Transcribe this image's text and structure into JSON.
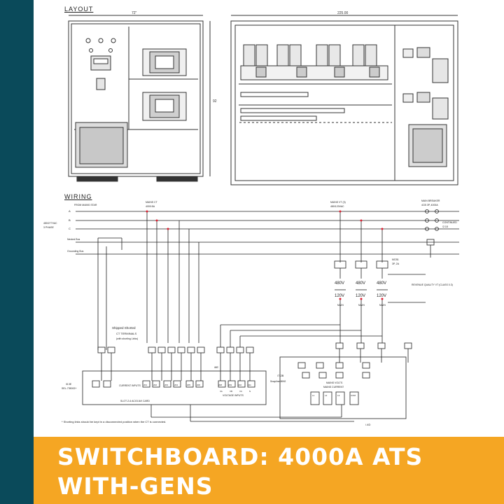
{
  "sections": {
    "layout_label": "LAYOUT",
    "wiring_label": "WIRING"
  },
  "layout": {
    "front_width_dim": "72\"",
    "side_width_dim": "225.00",
    "height_dim": "92"
  },
  "wiring": {
    "source_label": "FROM MAINS STAR",
    "phase_a": "A",
    "phase_b": "B",
    "phase_c": "C",
    "supply_label": "480/277VAC",
    "supply_phase": "3 PHASE",
    "neutral_bus": "Neutral Bus",
    "grounding_bus": "Grounding Bus",
    "ct_label": "MAINS CT",
    "ct_rating": "4000:5A",
    "vt_label": "MAINS VT (3)",
    "vt_rating": "480/120VAC",
    "breaker_label": "MAIN BREAKER",
    "breaker_rating": "4CB 3P, 4000A",
    "continued_label": "CONTINUED",
    "continued_ref": "/2.18",
    "mcb_label": "MCB1",
    "mcb_rating": "3P, 2A",
    "vt_primary": "480V",
    "vt_secondary": "120V",
    "revenue_label": "REVENUE QUALITY VT (CLASS 0.3)",
    "mains_tag": "MAIN",
    "shipped_shorted": "Shipped Shorted",
    "ct_terminals": "CT TERMINALS",
    "shorting_links": "(with shorting Links)",
    "current_inputs": "CURRENT INPUTS",
    "voltage_inputs": "VOLTAGE INPUTS",
    "card_label": "SLOT Z-6 ACI/3 AVI CARD",
    "relay_ref": "/8.3E",
    "relay_model": "SEL-735002+",
    "ref_8e": "/8E",
    "ref_72a": "/7.2B",
    "snapline": "Snapline 8992",
    "mains_volts": "MAINS VOLTS",
    "mains_current": "MAINS CURRENT",
    "ref_4d": "/.4D",
    "terminal_nums": [
      "201",
      "202",
      "203",
      "204",
      "205",
      "206"
    ],
    "voltage_terms": [
      "VA",
      "VB",
      "VC",
      "N"
    ],
    "voltage_nums": [
      "208",
      "209",
      "210",
      "211"
    ],
    "sense_terms": [
      "L1",
      "L2",
      "L3",
      "COM"
    ],
    "footnote": "* Shorting links should be kept in a disconnected position when the CT is connected."
  },
  "banner": {
    "line1": "SWITCHBOARD: 4000A ATS",
    "line2": "WITH-GENS",
    "background": "#f5a623",
    "text_color": "#ffffff"
  },
  "frame_color": "#0a4a5a"
}
